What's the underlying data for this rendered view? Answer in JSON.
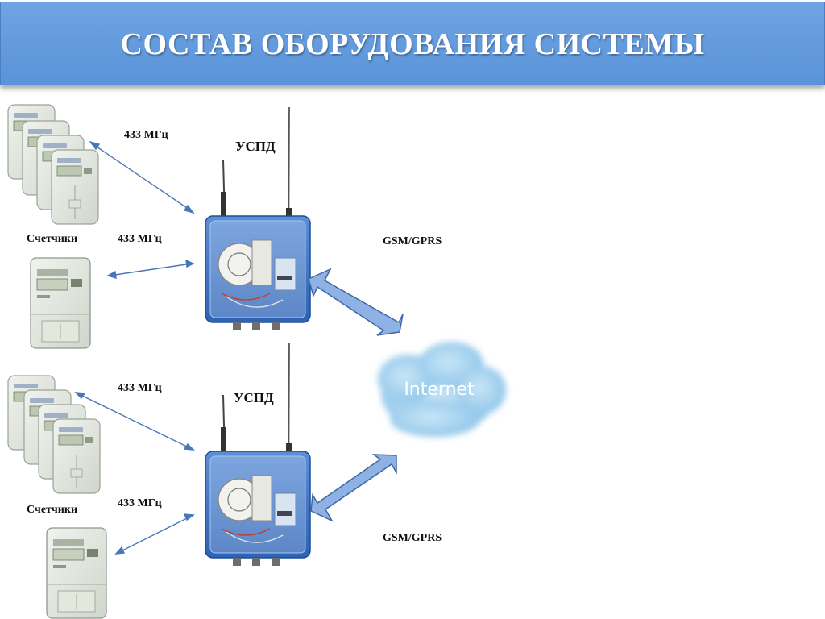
{
  "slide": {
    "title": "СОСТАВ ОБОРУДОВАНИЯ СИСТЕМЫ"
  },
  "labels": {
    "freq": "433 МГц",
    "uspd": "УСПД",
    "meters": "Счетчики",
    "gsm": "GSM/GPRS",
    "internet": "Internet"
  },
  "colors": {
    "banner": "#5e97db",
    "link_arrow": "#4a77b5",
    "gsm_arrow": "#8eb2e3",
    "cloud": "#a9d4ef",
    "device_box": "#3f78c8"
  },
  "icons": [
    "meter-stack-icon",
    "meter-icon",
    "uspd-device-icon",
    "internet-cloud-icon"
  ]
}
